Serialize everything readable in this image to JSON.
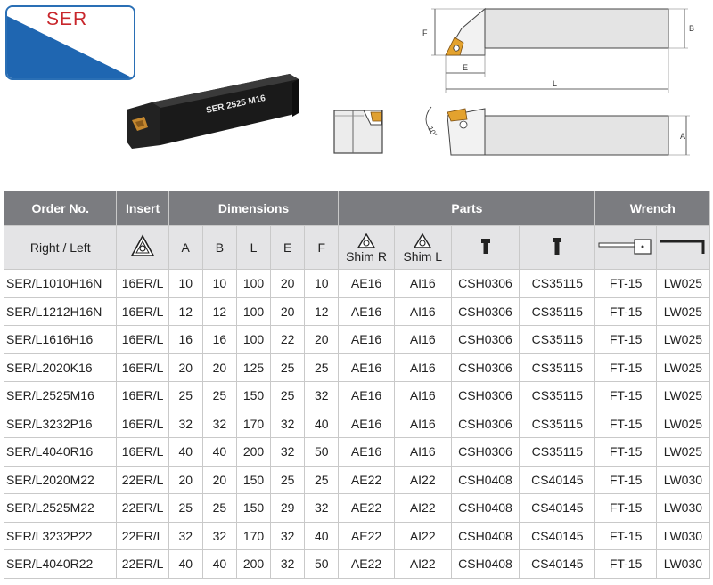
{
  "logo": {
    "text": "SER"
  },
  "product_label": "SER 2525 M16",
  "drawing_labels": {
    "f": "F",
    "e": "E",
    "b": "B",
    "l": "L",
    "a": "A",
    "angle": "10°"
  },
  "table": {
    "group_headers": [
      "Order No.",
      "Insert",
      "Dimensions",
      "Parts",
      "Wrench"
    ],
    "sub_headers": {
      "order_no": "Right / Left",
      "insert_icon": "insert-triangle-icon",
      "dims": [
        "A",
        "B",
        "L",
        "E",
        "F"
      ],
      "shim_r": "Shim R",
      "shim_l": "Shim L",
      "screw1_icon": "shim-screw-icon",
      "screw2_icon": "clamp-screw-icon",
      "wrench1_icon": "t-wrench-icon",
      "wrench2_icon": "l-key-icon"
    },
    "rows": [
      [
        "SER/L1010H16N",
        "16ER/L",
        "10",
        "10",
        "100",
        "20",
        "10",
        "AE16",
        "AI16",
        "CSH0306",
        "CS35115",
        "FT-15",
        "LW025"
      ],
      [
        "SER/L1212H16N",
        "16ER/L",
        "12",
        "12",
        "100",
        "20",
        "12",
        "AE16",
        "AI16",
        "CSH0306",
        "CS35115",
        "FT-15",
        "LW025"
      ],
      [
        "SER/L1616H16",
        "16ER/L",
        "16",
        "16",
        "100",
        "22",
        "20",
        "AE16",
        "AI16",
        "CSH0306",
        "CS35115",
        "FT-15",
        "LW025"
      ],
      [
        "SER/L2020K16",
        "16ER/L",
        "20",
        "20",
        "125",
        "25",
        "25",
        "AE16",
        "AI16",
        "CSH0306",
        "CS35115",
        "FT-15",
        "LW025"
      ],
      [
        "SER/L2525M16",
        "16ER/L",
        "25",
        "25",
        "150",
        "25",
        "32",
        "AE16",
        "AI16",
        "CSH0306",
        "CS35115",
        "FT-15",
        "LW025"
      ],
      [
        "SER/L3232P16",
        "16ER/L",
        "32",
        "32",
        "170",
        "32",
        "40",
        "AE16",
        "AI16",
        "CSH0306",
        "CS35115",
        "FT-15",
        "LW025"
      ],
      [
        "SER/L4040R16",
        "16ER/L",
        "40",
        "40",
        "200",
        "32",
        "50",
        "AE16",
        "AI16",
        "CSH0306",
        "CS35115",
        "FT-15",
        "LW025"
      ],
      [
        "SER/L2020M22",
        "22ER/L",
        "20",
        "20",
        "150",
        "25",
        "25",
        "AE22",
        "AI22",
        "CSH0408",
        "CS40145",
        "FT-15",
        "LW030"
      ],
      [
        "SER/L2525M22",
        "22ER/L",
        "25",
        "25",
        "150",
        "29",
        "32",
        "AE22",
        "AI22",
        "CSH0408",
        "CS40145",
        "FT-15",
        "LW030"
      ],
      [
        "SER/L3232P22",
        "22ER/L",
        "32",
        "32",
        "170",
        "32",
        "40",
        "AE22",
        "AI22",
        "CSH0408",
        "CS40145",
        "FT-15",
        "LW030"
      ],
      [
        "SER/L4040R22",
        "22ER/L",
        "40",
        "40",
        "200",
        "32",
        "50",
        "AE22",
        "AI22",
        "CSH0408",
        "CS40145",
        "FT-15",
        "LW030"
      ]
    ]
  }
}
